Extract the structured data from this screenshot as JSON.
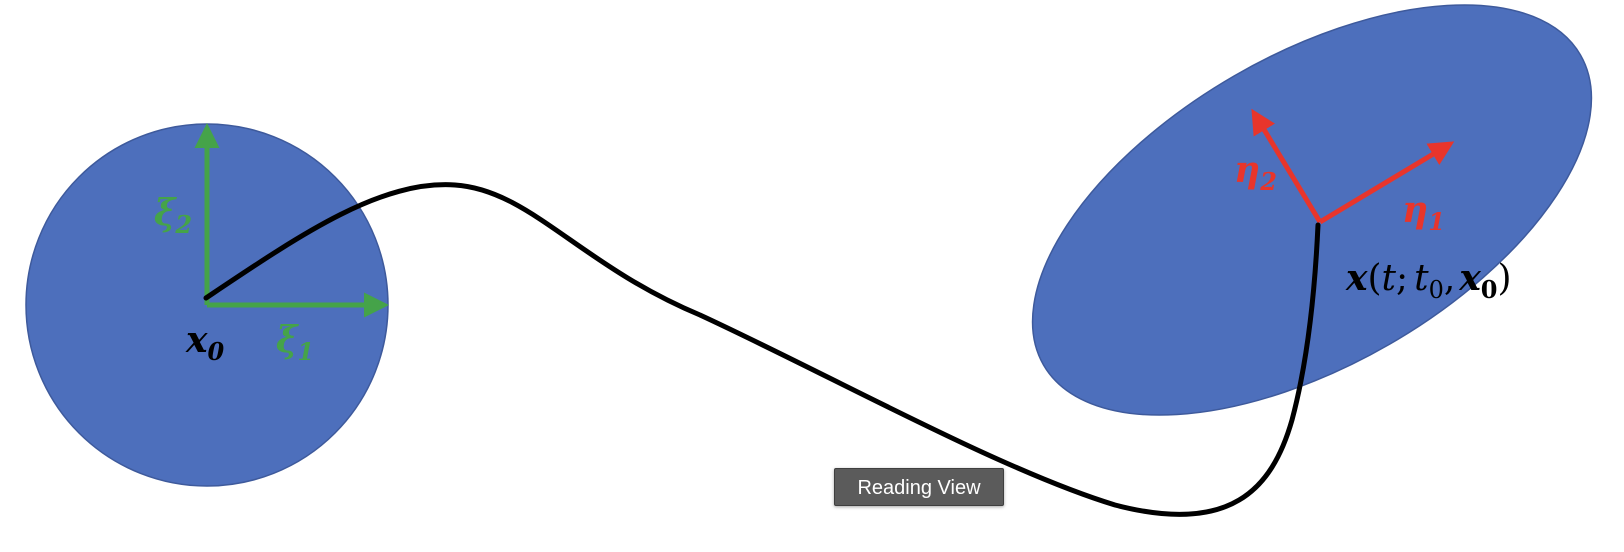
{
  "colors": {
    "region_fill": "#4d6fbc",
    "region_stroke": "#3e5a9c",
    "initial_vectors": "#45a349",
    "final_vectors": "#e8352b",
    "trajectory": "#000000",
    "tooltip_bg": "#5b5b5b",
    "tooltip_text": "#ffffff"
  },
  "labels": {
    "initial_point": {
      "base": "x",
      "sub": "0"
    },
    "xi1": {
      "base": "ξ",
      "sub": "1"
    },
    "xi2": {
      "base": "ξ",
      "sub": "2"
    },
    "eta1": {
      "base": "η",
      "sub": "1"
    },
    "eta2": {
      "base": "η",
      "sub": "2"
    },
    "flow_map": {
      "x": "x",
      "open": "(",
      "t": "t",
      "semicolon": ";",
      "t0_base": "t",
      "t0_sub": "0",
      "comma": ",",
      "x0_base": "x",
      "x0_sub": "0",
      "close": ")"
    }
  },
  "tooltip": {
    "label": "Reading View"
  }
}
